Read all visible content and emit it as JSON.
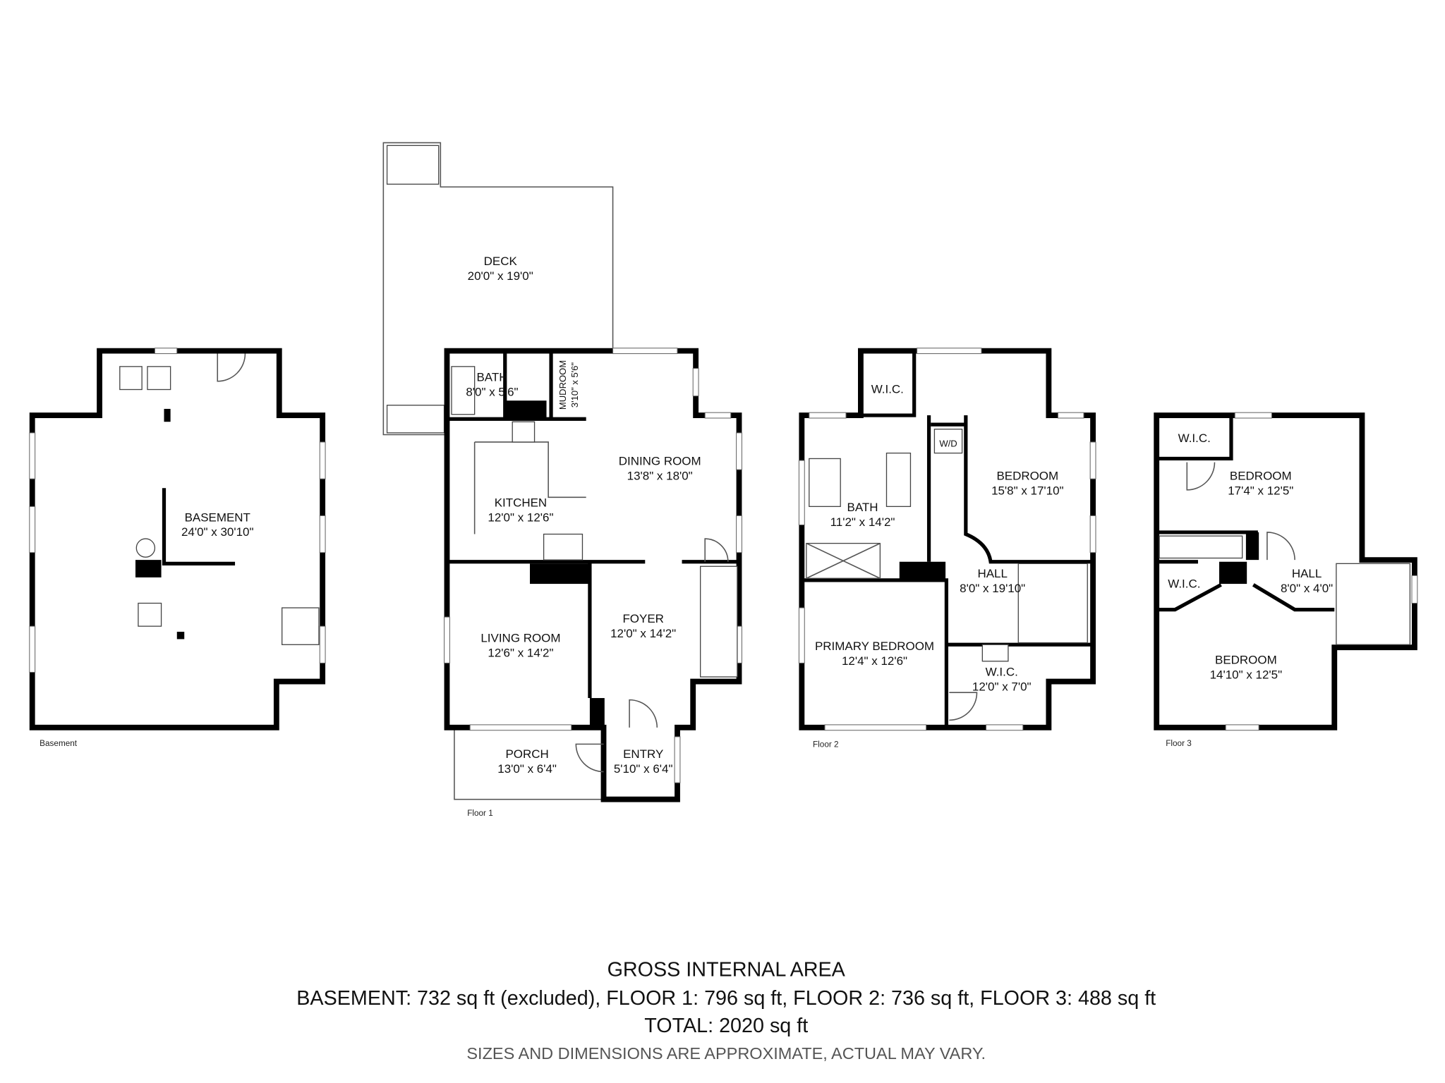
{
  "floors": {
    "basement": {
      "label": "Basement",
      "rooms": [
        {
          "name": "BASEMENT",
          "dims": "24'0\" x 30'10\""
        }
      ]
    },
    "floor1": {
      "label": "Floor 1",
      "rooms": [
        {
          "name": "DECK",
          "dims": "20'0\" x 19'0\""
        },
        {
          "name": "BATH",
          "dims": "8'0\" x 5'6\""
        },
        {
          "name": "MUDROOM",
          "dims": "3'10\" x 5'6\""
        },
        {
          "name": "DINING ROOM",
          "dims": "13'8\" x 18'0\""
        },
        {
          "name": "KITCHEN",
          "dims": "12'0\" x 12'6\""
        },
        {
          "name": "LIVING ROOM",
          "dims": "12'6\" x 14'2\""
        },
        {
          "name": "FOYER",
          "dims": "12'0\" x 14'2\""
        },
        {
          "name": "PORCH",
          "dims": "13'0\" x 6'4\""
        },
        {
          "name": "ENTRY",
          "dims": "5'10\" x 6'4\""
        }
      ]
    },
    "floor2": {
      "label": "Floor 2",
      "rooms": [
        {
          "name": "W.I.C.",
          "dims": ""
        },
        {
          "name": "BEDROOM",
          "dims": "15'8\" x 17'10\""
        },
        {
          "name": "BATH",
          "dims": "11'2\" x 14'2\""
        },
        {
          "name": "HALL",
          "dims": "8'0\" x 19'10\""
        },
        {
          "name": "PRIMARY BEDROOM",
          "dims": "12'4\" x 12'6\""
        },
        {
          "name": "W.I.C.",
          "dims": "12'0\" x 7'0\""
        },
        {
          "name": "W/D",
          "dims": ""
        }
      ]
    },
    "floor3": {
      "label": "Floor 3",
      "rooms": [
        {
          "name": "W.I.C.",
          "dims": ""
        },
        {
          "name": "BEDROOM",
          "dims": "17'4\" x 12'5\""
        },
        {
          "name": "W.I.C.",
          "dims": ""
        },
        {
          "name": "HALL",
          "dims": "8'0\" x 4'0\""
        },
        {
          "name": "BEDROOM",
          "dims": "14'10\" x 12'5\""
        }
      ]
    }
  },
  "footer": {
    "title": "GROSS INTERNAL AREA",
    "areas": "BASEMENT: 732 sq ft (excluded), FLOOR 1: 796 sq ft, FLOOR 2: 736 sq ft, FLOOR 3: 488 sq ft",
    "total": "TOTAL: 2020 sq ft",
    "disclaimer": "SIZES AND DIMENSIONS ARE APPROXIMATE, ACTUAL MAY VARY."
  }
}
